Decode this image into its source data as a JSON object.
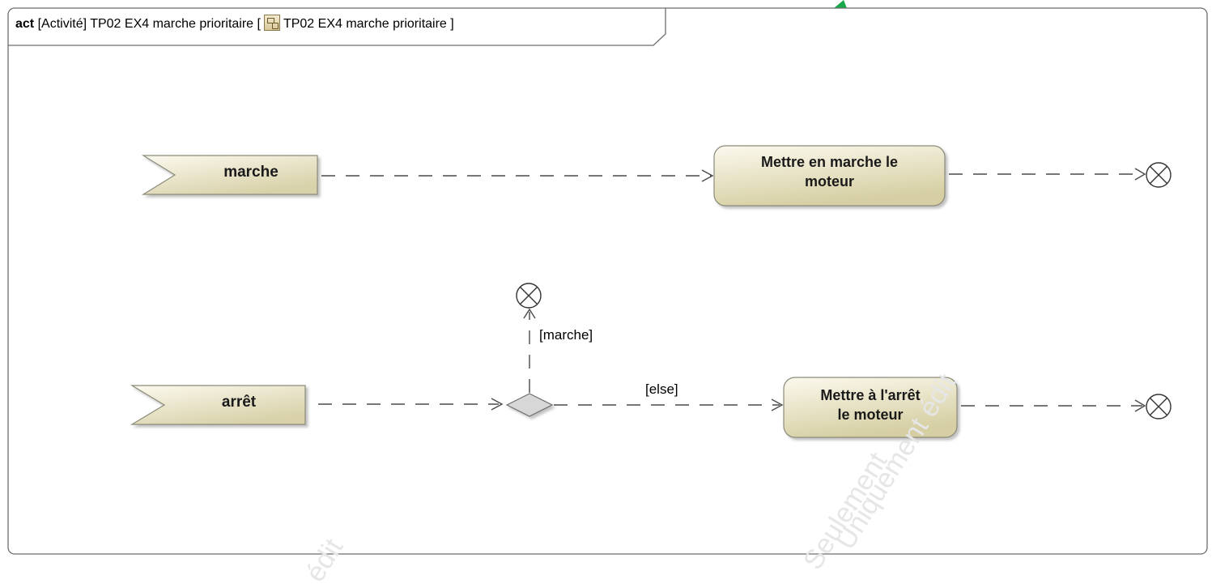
{
  "frame": {
    "keyword": "act",
    "kind": "[Activité]",
    "name": "TP02 EX4 marche prioritaire [",
    "ref_name": "TP02 EX4 marche prioritaire ]"
  },
  "nodes": {
    "signal_marche": "marche",
    "signal_arret": "arrêt",
    "action_marche_line1": "Mettre en marche le",
    "action_marche_line2": "moteur",
    "action_arret_line1": "Mettre à l'arrêt",
    "action_arret_line2": "le moteur"
  },
  "guards": {
    "marche": "[marche]",
    "else": "[else]"
  },
  "watermark": {
    "line1": "Seulement",
    "line2": "Uniquement édit",
    "line3": "édit"
  },
  "colors": {
    "node_fill_light": "#f6f3e1",
    "node_fill_dark": "#d9d1a8",
    "node_border": "#8b8b7a",
    "corner_accent": "#18a84a"
  }
}
